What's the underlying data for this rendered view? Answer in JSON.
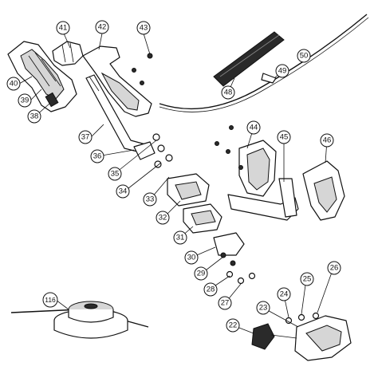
{
  "callouts": [
    {
      "id": "c41",
      "label": "41"
    },
    {
      "id": "c42",
      "label": "42"
    },
    {
      "id": "c43",
      "label": "43"
    },
    {
      "id": "c40",
      "label": "40"
    },
    {
      "id": "c39",
      "label": "39"
    },
    {
      "id": "c38",
      "label": "38"
    },
    {
      "id": "c37",
      "label": "37"
    },
    {
      "id": "c36",
      "label": "36"
    },
    {
      "id": "c35",
      "label": "35"
    },
    {
      "id": "c34",
      "label": "34"
    },
    {
      "id": "c33",
      "label": "33"
    },
    {
      "id": "c32",
      "label": "32"
    },
    {
      "id": "c31",
      "label": "31"
    },
    {
      "id": "c30",
      "label": "30"
    },
    {
      "id": "c29",
      "label": "29"
    },
    {
      "id": "c28",
      "label": "28"
    },
    {
      "id": "c27",
      "label": "27"
    },
    {
      "id": "c48",
      "label": "48"
    },
    {
      "id": "c49",
      "label": "49"
    },
    {
      "id": "c50",
      "label": "50"
    },
    {
      "id": "c44",
      "label": "44"
    },
    {
      "id": "c45",
      "label": "45"
    },
    {
      "id": "c46",
      "label": "46"
    },
    {
      "id": "c116",
      "label": "116"
    },
    {
      "id": "c24",
      "label": "24"
    },
    {
      "id": "c25",
      "label": "25"
    },
    {
      "id": "c26",
      "label": "26"
    },
    {
      "id": "c23",
      "label": "23"
    },
    {
      "id": "c22",
      "label": "22"
    }
  ]
}
